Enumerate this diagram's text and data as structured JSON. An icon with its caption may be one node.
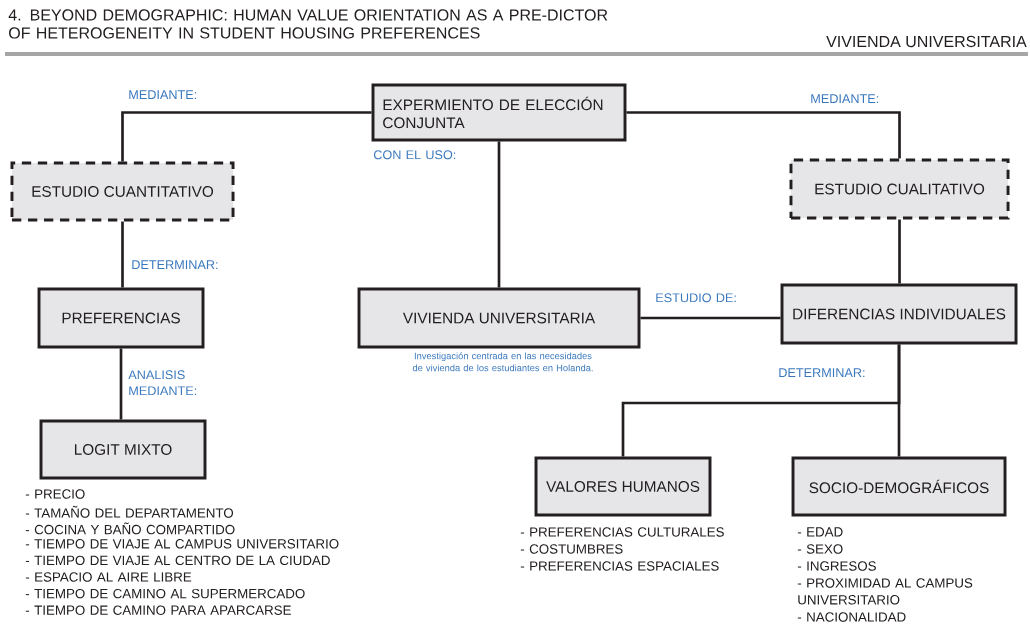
{
  "diagram": {
    "title": "4. BEYOND DEMOGRAPHIC: HUMAN VALUE ORIENTATION AS A PRE-DICTOR OF HETEROGENEITY IN STUDENT HOUSING PREFERENCES",
    "nodes": [
      {
        "text": [
          "EXPERMIENTO DE ELECCIÓN CONJUNTA"
        ]
      },
      {
        "text": [
          "ESTUDIO CUANTITATIVO"
        ]
      },
      {
        "text": [
          "ESTUDIO CUALITATIVO"
        ]
      },
      {
        "text": [
          "PREFERENCIAS"
        ]
      },
      {
        "text": [
          "VIVIENDA UNIVERSITARIA"
        ],
        "beside": [
          "Investigación centrada en las necesidades de vivienda de los estudiantes en Holanda."
        ]
      },
      {
        "text": [
          "DIFERENCIAS INDIVIDUALES"
        ]
      },
      {
        "text": [
          "LOGIT MIXTO"
        ],
        "beside": [
          "- PRECIO",
          "- TAMAÑO DEL DEPARTAMENTO",
          "- COCINA Y BAÑO COMPARTIDO",
          "- TIEMPO DE VIAJE AL CAMPUS UNIVERSITARIO",
          "- TIEMPO DE VIAJE AL CENTRO DE LA CIUDAD",
          "- ESPACIO AL AIRE LIBRE",
          "- TIEMPO DE CAMINO AL SUPERMERCADO",
          "- TIEMPO DE CAMINO PARA APARCARSE"
        ]
      },
      {
        "text": [
          "VALORES HUMANOS"
        ],
        "beside": [
          "- PREFERENCIAS CULTURALES",
          "- COSTUMBRES",
          "- PREFERENCIAS ESPACIALES"
        ]
      },
      {
        "text": [
          "SOCIO-DEMOGRÁFICOS"
        ],
        "beside": [
          "- EDAD",
          "- SEXO",
          "- INGRESOS",
          "- PROXIMIDAD AL CAMPUS UNIVERSITARIO",
          "- NACIONALIDAD"
        ]
      }
    ],
    "edges": [
      {
        "from": 0,
        "to": 1,
        "arrow": "none",
        "label": "MEDIANTE:"
      },
      {
        "from": 0,
        "to": 2,
        "arrow": "none",
        "label": "MEDIANTE:"
      },
      {
        "from": 0,
        "to": 4,
        "arrow": "none",
        "label": "CON EL USO:"
      },
      {
        "from": 1,
        "to": 3,
        "arrow": "none",
        "label": "DETERMINAR:"
      },
      {
        "from": 3,
        "to": 6,
        "arrow": "none",
        "label": "ANALISIS MEDIANTE:"
      },
      {
        "from": 4,
        "to": 5,
        "arrow": "none",
        "label": "ESTUDIO DE:"
      },
      {
        "from": 2,
        "to": 5,
        "arrow": "none"
      },
      {
        "from": 5,
        "to": 7,
        "arrow": "none"
      },
      {
        "from": 5,
        "to": 8,
        "arrow": "none",
        "label": "DETERMINAR:"
      }
    ],
    "labels": [
      "VIVIENDA UNIVERSITARIA"
    ]
  }
}
